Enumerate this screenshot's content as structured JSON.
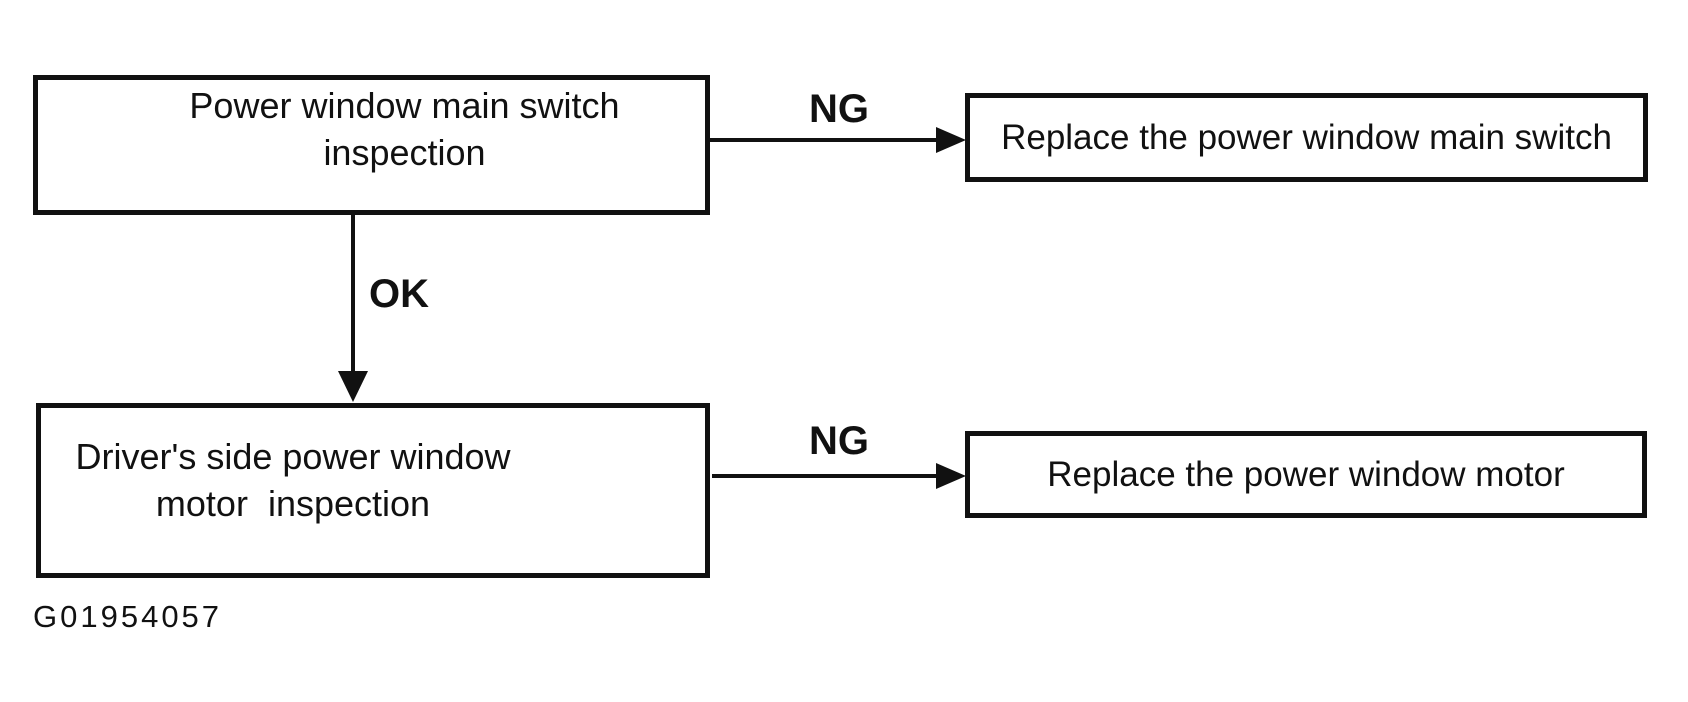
{
  "diagram": {
    "title_context": "Power window diagnostic flowchart",
    "colors": {
      "ink": "#111111",
      "background": "#ffffff"
    },
    "nodes": {
      "main_switch_inspection": {
        "label": "Power window main switch inspection"
      },
      "replace_main_switch": {
        "label": "Replace the power window main switch"
      },
      "motor_inspection": {
        "label": "Driver's side power window\nmotor  inspection"
      },
      "replace_motor": {
        "label": "Replace the power window motor"
      }
    },
    "edges": {
      "ng_top": {
        "label": "NG",
        "from": "main_switch_inspection",
        "to": "replace_main_switch"
      },
      "ok": {
        "label": "OK",
        "from": "main_switch_inspection",
        "to": "motor_inspection"
      },
      "ng_bottom": {
        "label": "NG",
        "from": "motor_inspection",
        "to": "replace_motor"
      }
    },
    "figure_id": "G01954057"
  }
}
